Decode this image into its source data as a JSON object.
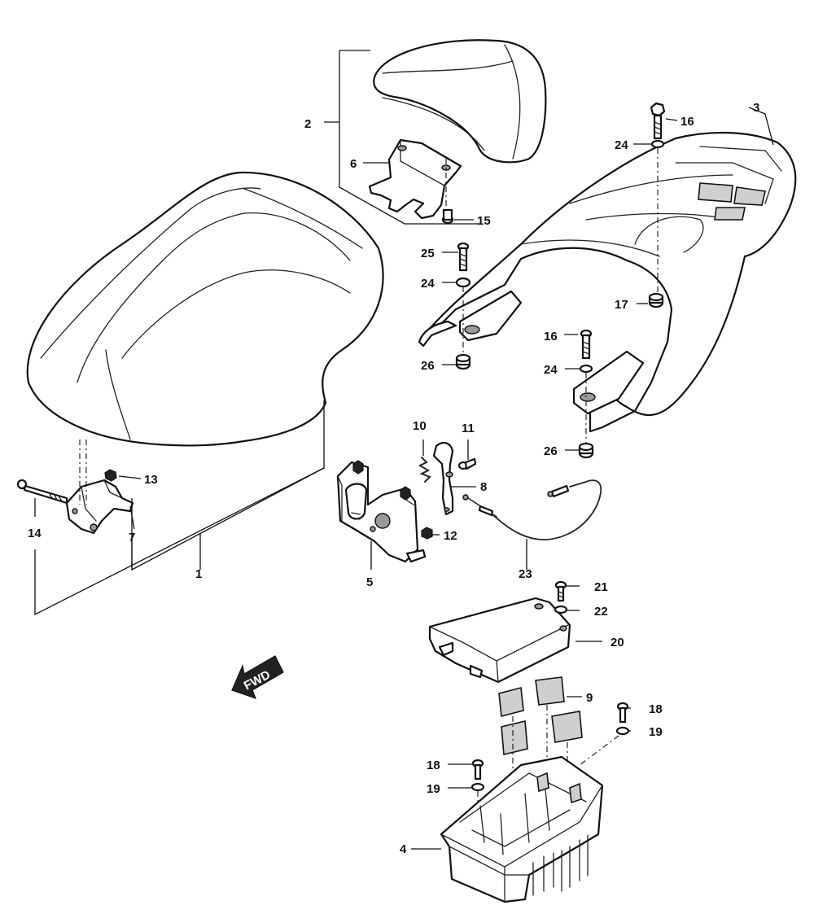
{
  "callouts": {
    "c1": "1",
    "c2": "2",
    "c3": "3",
    "c4": "4",
    "c5": "5",
    "c6": "6",
    "c7": "7",
    "c8": "8",
    "c9": "9",
    "c10": "10",
    "c11": "11",
    "c12": "12",
    "c13": "13",
    "c14": "14",
    "c15": "15",
    "c16a": "16",
    "c16b": "16",
    "c17": "17",
    "c18a": "18",
    "c18b": "18",
    "c19a": "19",
    "c19b": "19",
    "c20": "20",
    "c21": "21",
    "c22": "22",
    "c23": "23",
    "c24a": "24",
    "c24b": "24",
    "c24c": "24",
    "c25": "25",
    "c26a": "26",
    "c26b": "26"
  },
  "direction_arrow": {
    "label": "FWD"
  }
}
